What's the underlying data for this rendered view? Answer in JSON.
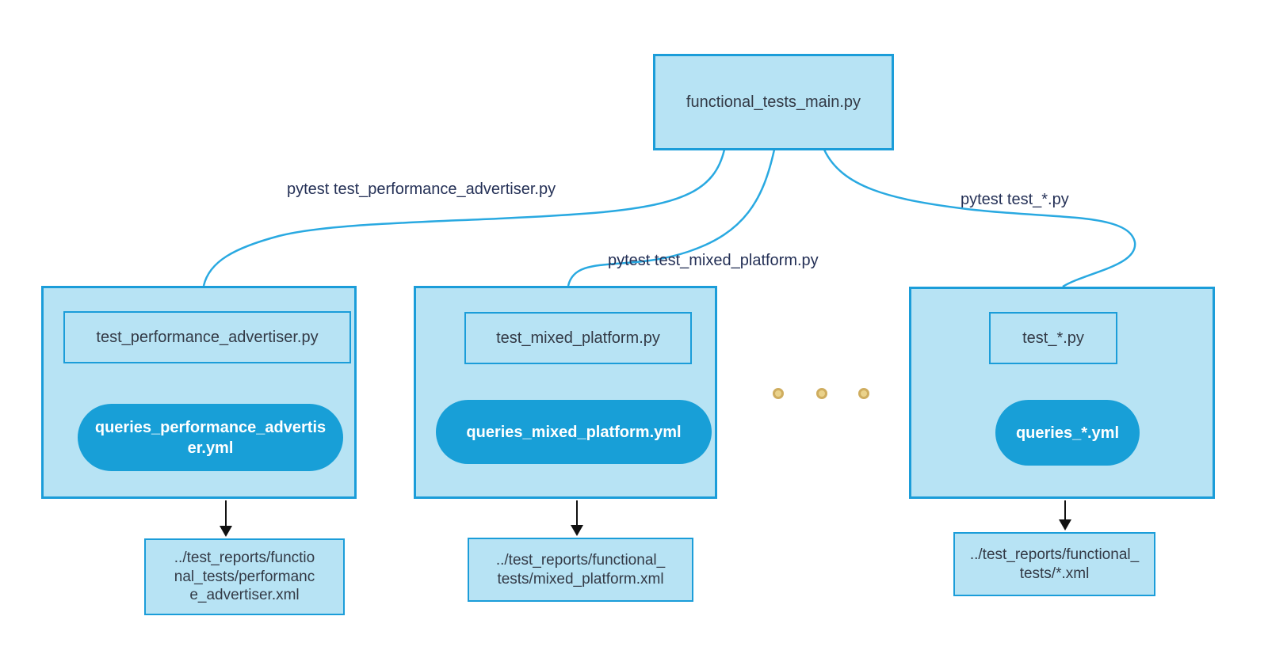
{
  "colors": {
    "canvas-bg": "#ffffff",
    "node-fill": "#b7e3f4",
    "node-border": "#1b9dd9",
    "connector": "#29a9e1",
    "pill-fill": "#189fd7",
    "pill-text": "#ffffff",
    "node-text": "#333a46",
    "connector-label-text": "#243056",
    "arrow": "#111111",
    "dot-fill": "#ead28b",
    "dot-border": "#cfad5f"
  },
  "root_node": {
    "label": "functional_tests_main.py"
  },
  "connectors": [
    {
      "label": "pytest test_performance_advertiser.py"
    },
    {
      "label": "pytest test_mixed_platform.py"
    },
    {
      "label": "pytest test_*.py"
    }
  ],
  "test_groups": [
    {
      "test_file": "test_performance_advertiser.py",
      "queries_file": "queries_performance_advertis\ner.yml",
      "report_file": "../test_reports/functio\nnal_tests/performanc\ne_advertiser.xml"
    },
    {
      "test_file": "test_mixed_platform.py",
      "queries_file": "queries_mixed_platform.yml",
      "report_file": "../test_reports/functional_\ntests/mixed_platform.xml"
    },
    {
      "test_file": "test_*.py",
      "queries_file": "queries_*.yml",
      "report_file": "../test_reports/functional_\ntests/*.xml"
    }
  ],
  "ellipsis_dot_count": 3
}
